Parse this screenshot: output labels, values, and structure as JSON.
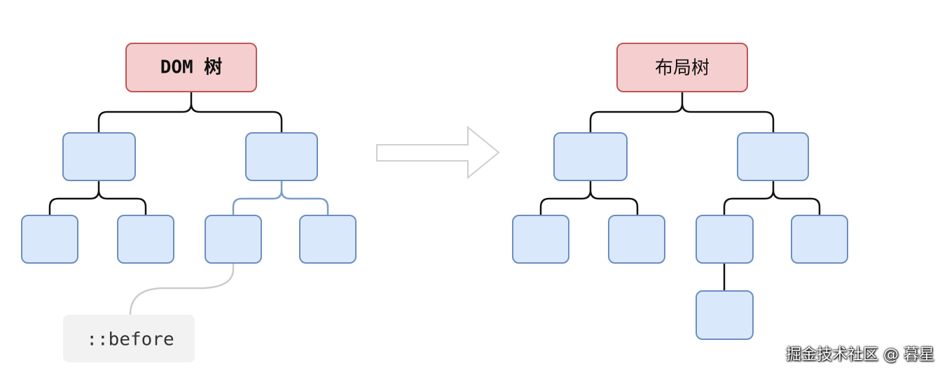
{
  "dom_tree": {
    "root_label": "DOM 树",
    "pseudo_element_label": "::before"
  },
  "layout_tree": {
    "root_label": "布局树"
  },
  "watermark": "掘金技术社区 @ 暮星",
  "colors": {
    "root_fill": "#f5cfcf",
    "root_stroke": "#c05555",
    "node_fill": "#dae8fc",
    "node_stroke": "#6c8ebf",
    "edge": "#111111",
    "pseudo_edge": "#7b9cc9",
    "pseudo_connector": "#cccccc",
    "pseudo_fill": "#f2f2f2",
    "arrow_stroke": "#cfcfcf"
  }
}
